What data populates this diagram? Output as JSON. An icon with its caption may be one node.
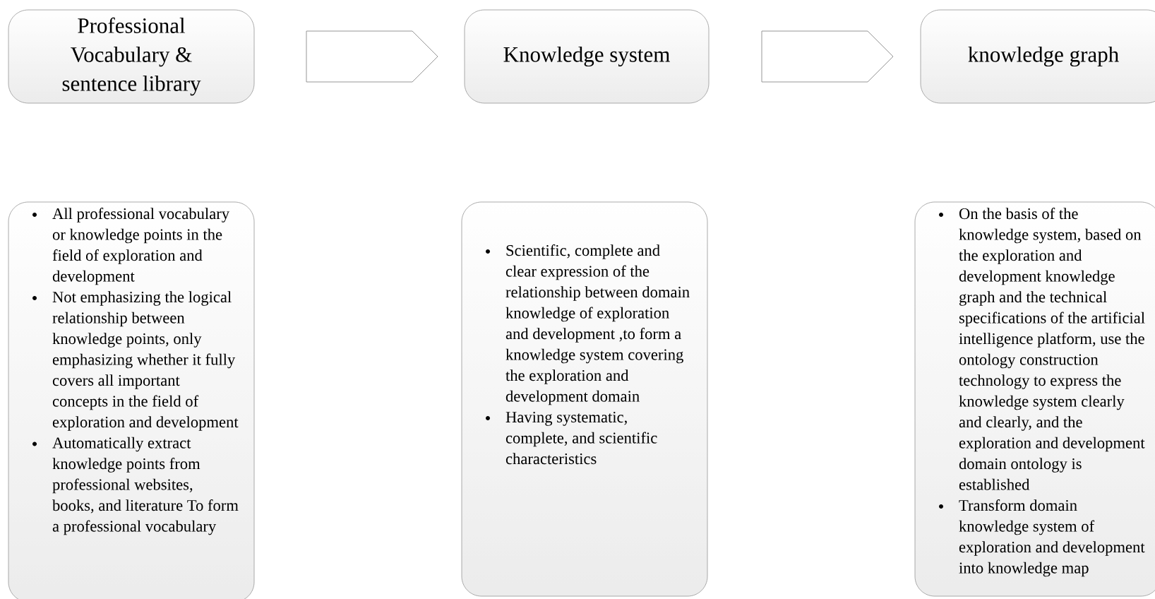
{
  "diagram": {
    "nodes": [
      {
        "text": [
          "Professional Vocabulary & sentence library"
        ]
      },
      {
        "text": [
          "Knowledge system"
        ]
      },
      {
        "text": [
          "knowledge graph"
        ]
      },
      {
        "text": [
          "All professional vocabulary or knowledge points in the field of exploration and development",
          "Not emphasizing the logical relationship between knowledge points, only emphasizing whether it fully covers all important concepts in the field of exploration and development",
          "Automatically extract knowledge points from professional websites, books, and literature To form  a professional vocabulary"
        ]
      },
      {
        "text": [
          "Scientific, complete and clear expression of the relationship between domain knowledge of exploration and development ,to form a knowledge system covering the exploration and development domain",
          "Having systematic, complete, and scientific characteristics"
        ]
      },
      {
        "text": [
          "On the basis of the knowledge system, based on the exploration and development knowledge graph and the technical specifications of the artificial intelligence platform, use the ontology construction technology to express the knowledge system clearly and clearly, and the exploration and development domain ontology is established",
          "Transform domain knowledge system of exploration and development into knowledge map"
        ]
      }
    ],
    "edges": [
      {
        "from": 0,
        "to": 1,
        "arrow": "to"
      },
      {
        "from": 1,
        "to": 2,
        "arrow": "to"
      }
    ]
  }
}
